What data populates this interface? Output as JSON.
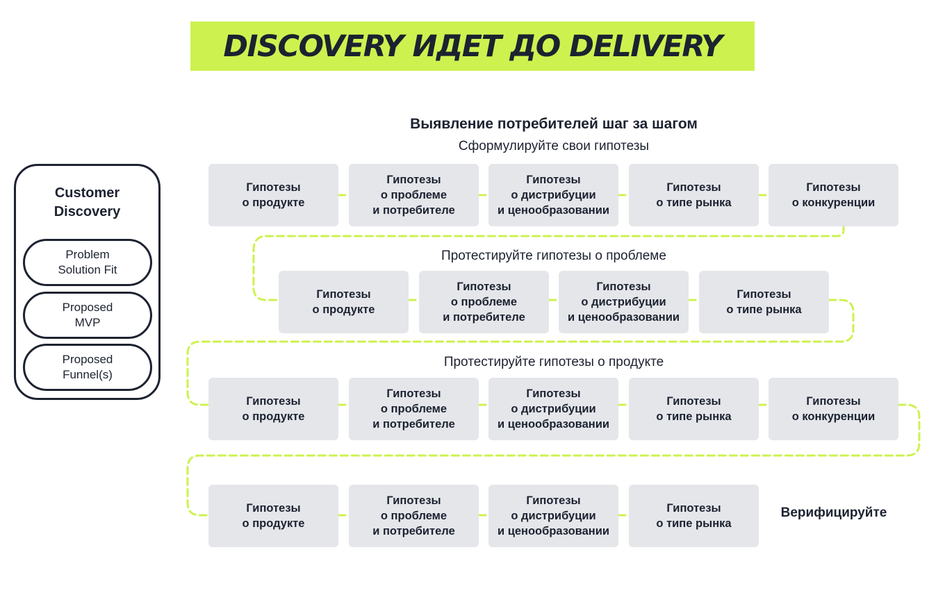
{
  "banner": {
    "title": "DISCOVERY ИДЕТ ДО DELIVERY"
  },
  "heading": "Выявление потребителей шаг за шагом",
  "customer_discovery": {
    "title": "Customer\nDiscovery",
    "items": [
      "Problem\nSolution Fit",
      "Proposed\nMVP",
      "Proposed\nFunnel(s)"
    ]
  },
  "stages": [
    {
      "label": "Сформулируйте свои гипотезы",
      "boxes": [
        "Гипотезы\nо продукте",
        "Гипотезы\nо проблеме\nи потребителе",
        "Гипотезы\nо дистрибуции\nи ценообразовании",
        "Гипотезы\nо типе рынка",
        "Гипотезы\nо конкуренции"
      ]
    },
    {
      "label": "Протестируйте гипотезы о проблеме",
      "boxes": [
        "Гипотезы\nо продукте",
        "Гипотезы\nо проблеме\nи потребителе",
        "Гипотезы\nо дистрибуции\nи ценообразовании",
        "Гипотезы\nо типе рынка"
      ]
    },
    {
      "label": "Протестируйте гипотезы о продукте",
      "boxes": [
        "Гипотезы\nо продукте",
        "Гипотезы\nо проблеме\nи потребителе",
        "Гипотезы\nо дистрибуции\nи ценообразовании",
        "Гипотезы\nо типе рынка",
        "Гипотезы\nо конкуренции"
      ]
    },
    {
      "label": "",
      "boxes": [
        "Гипотезы\nо продукте",
        "Гипотезы\nо проблеме\nи потребителе",
        "Гипотезы\nо дистрибуции\nи ценообразовании",
        "Гипотезы\nо типе рынка"
      ]
    }
  ],
  "final_label": "Верифицируйте",
  "colors": {
    "accent": "#cdf24f",
    "box_fill": "#e4e6ea",
    "text": "#1c2230"
  }
}
